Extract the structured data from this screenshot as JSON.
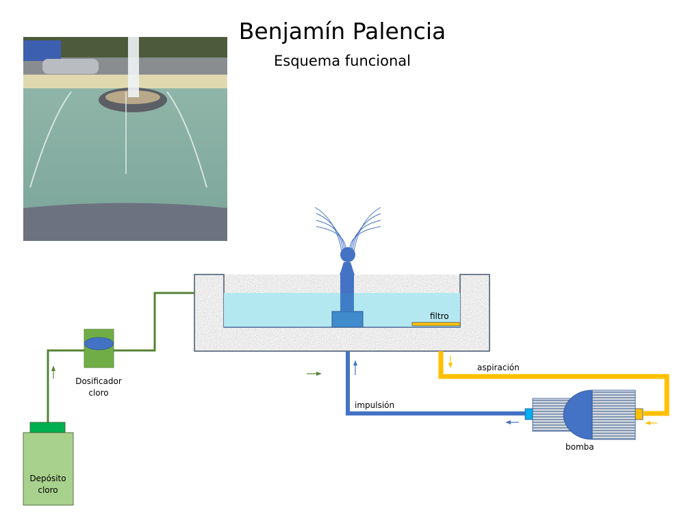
{
  "header": {
    "title": "Benjamín Palencia",
    "subtitle": "Esquema funcional"
  },
  "photo": {
    "description": "Fotografía de la fuente ornamental con surtidor central"
  },
  "diagram": {
    "labels": {
      "filter": "filtro",
      "suction": "aspiración",
      "discharge": "impulsión",
      "pump": "bomba",
      "doser_line1": "Dosificador",
      "doser_line2": "cloro",
      "tank_line1": "Depósito",
      "tank_line2": "cloro"
    },
    "colors": {
      "discharge_pipe": "#4472C4",
      "suction_pipe": "#FFC000",
      "chlorine_pipe": "#548235",
      "water": "#B4E8F0",
      "nozzle": "#4472C4",
      "pump_body": "#8497B0",
      "doser": "#70AD47",
      "tank": "#A9D18E",
      "tank_cap": "#00B050"
    }
  }
}
